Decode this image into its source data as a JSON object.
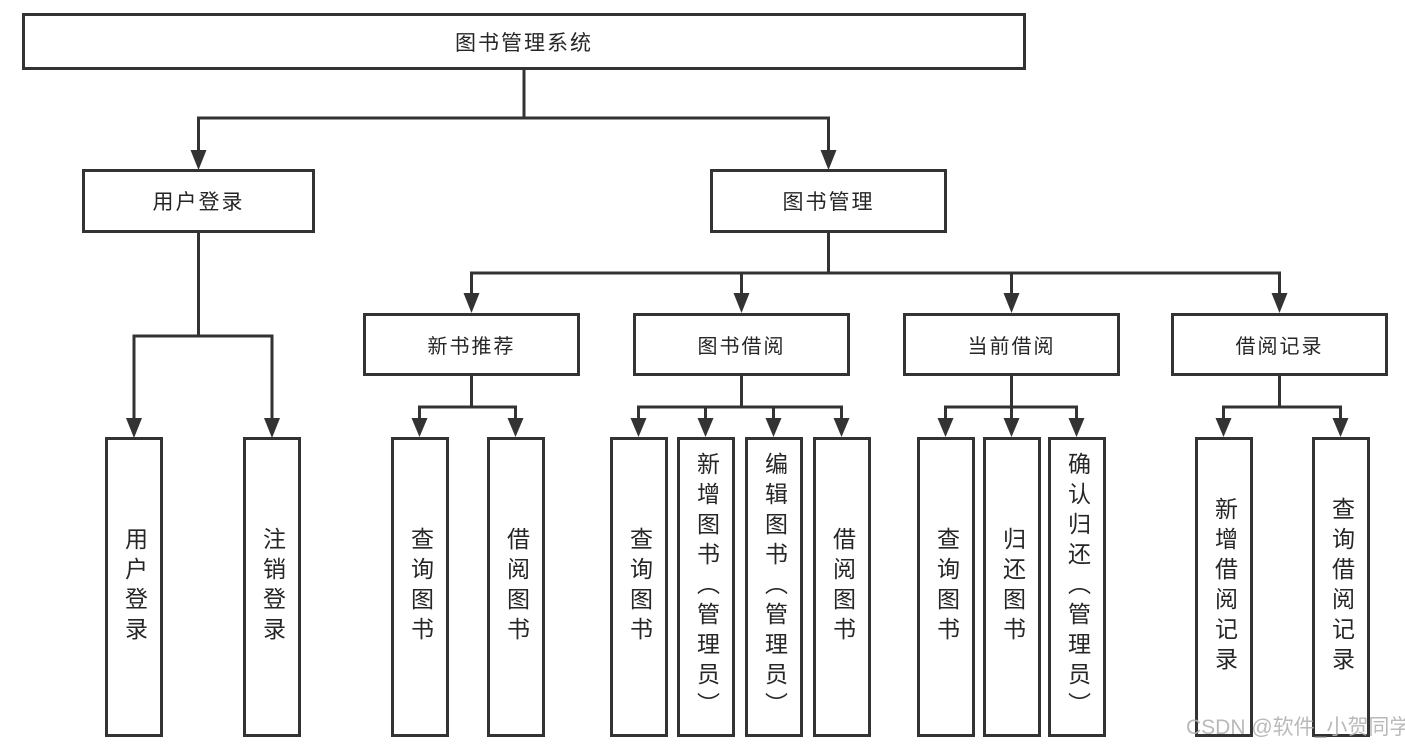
{
  "root": {
    "label": "图书管理系统"
  },
  "login": {
    "label": "用户登录",
    "children": [
      "用户登录",
      "注销登录"
    ]
  },
  "mgmt": {
    "label": "图书管理",
    "groups": [
      {
        "label": "新书推荐",
        "children": [
          "查询图书",
          "借阅图书"
        ]
      },
      {
        "label": "图书借阅",
        "children": [
          "查询图书",
          "新增图书（管理员）",
          "编辑图书（管理员）",
          "借阅图书"
        ]
      },
      {
        "label": "当前借阅",
        "children": [
          "查询图书",
          "归还图书",
          "确认归还（管理员）"
        ]
      },
      {
        "label": "借阅记录",
        "children": [
          "新增借阅记录",
          "查询借阅记录"
        ]
      }
    ]
  },
  "watermark": {
    "label": "CSDN @软件_小贺同学"
  },
  "colors": {
    "line": "#333333",
    "text": "#262626",
    "box_bg": "#ffffff",
    "watermark": "#b3b3b3",
    "page_bg": "#ffffff"
  }
}
